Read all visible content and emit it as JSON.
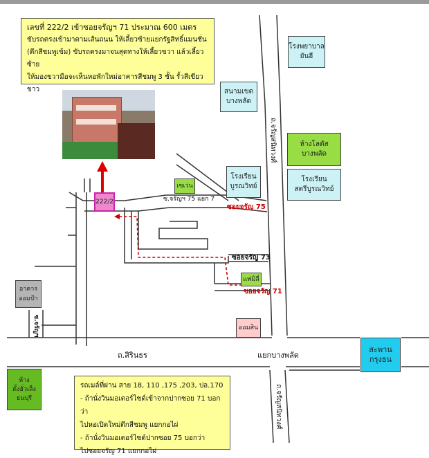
{
  "top_note": {
    "line1": "เลขที่ 222/2  เข้าซอยจรัญฯ 71 ประมาณ 600 เมตร",
    "line2": "ขับรถตรงเข้ามาตามเส้นถนน  ให้เลี้ยวซ้ายแยกรัฐสิทธิ์แมนชั่น",
    "line3": "(ตึกสีชมพูเข้ม) ขับรถตรงมาจนสุดทางให้เลี้ยวขวา แล้วเลี้ยวซ้าย",
    "line4": "ให้มองขวามือจะเห็นหอพักใหม่อาคารสีชมพู 3 ชั้น รั้วสีเขียวขาว"
  },
  "bottom_note": {
    "line1": "รถเมล์ที่ผ่าน สาย 18, 110 ,175 ,203, ปอ.170",
    "line2": "-  ถ้านั่งวินมอเตอร์ไซด์เข้าจากปากซอย 71  บอกว่า",
    "line3": "ไปหอเปิดใหม่ตึกสีชมพู แยกกอไผ่",
    "line4": "-  ถ้านั่งวินมอเตอร์ไซด์ปากซอย 75 บอกว่า",
    "line5": "ไปซอยจรัญ 71 แยกกอไผ่"
  },
  "landmarks": {
    "hospital": [
      "โรงพยาบาล",
      "ยันฮี"
    ],
    "stadium": [
      "สนามเขต",
      "บางพลัด"
    ],
    "lotus": [
      "ห้างโลตัส",
      "บางพลัด"
    ],
    "school_right": [
      "โรงเรียน",
      "สตรีบูรณวิทย์"
    ],
    "school_left": [
      "โรงเรียน",
      "บูรณวิทย์"
    ],
    "seven": "เซเว่น",
    "family": "แฟมิลี่",
    "omsin": "ออมสิน",
    "building": [
      "อาคาร",
      "ออมป้า"
    ],
    "mall": [
      "ห้าง",
      "ตั้งฮั่วเส็ง",
      "ธนบุรี"
    ],
    "bridge": [
      "สะพาน",
      "กรุงธน"
    ],
    "target": "222/2"
  },
  "roads": {
    "soi75_7": "ซ.จรัญฯ 75 แยก 7",
    "soi75": "ซอยจรัญ 75",
    "soi73": "ซอยจรัญ 73",
    "soi71": "ซอยจรัญ 71",
    "sirindhorn": "ถ.สิรินธร",
    "junction": "แยกบางพลัด",
    "charan_top": "ถ.จรัญสนิทวงศ์",
    "charan_bottom": "ถ.จรัญสนิทวงศ์",
    "left_vert": "ซ.จรัญฯ"
  },
  "colors": {
    "route": "#cc0000",
    "road": "#333333",
    "note_bg": "#ffff99"
  }
}
